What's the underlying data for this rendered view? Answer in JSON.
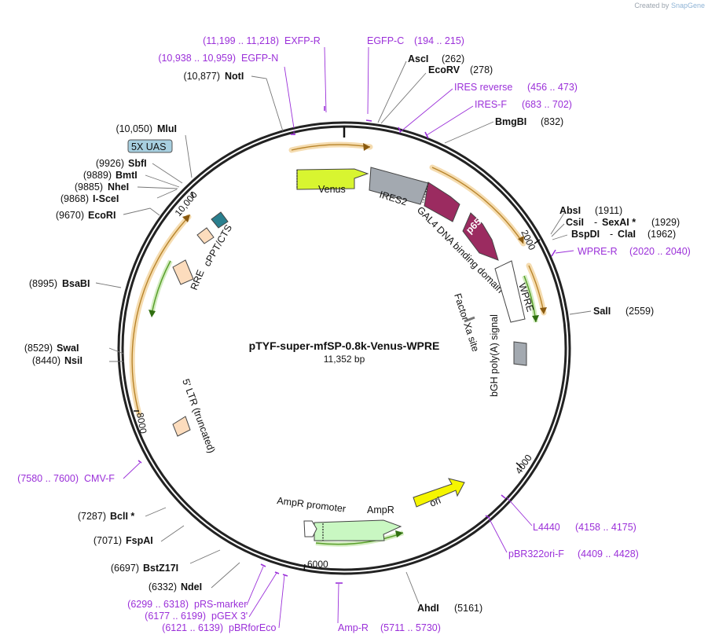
{
  "credit": {
    "prefix": "Created by",
    "brand": "SnapGene"
  },
  "plasmid": {
    "name": "pTYF-super-mfSP-0.8k-Venus-WPRE",
    "size": "11,352 bp"
  },
  "ticks": [
    "10,000",
    "2000",
    "4000",
    "6000",
    "8000"
  ],
  "enzymes": [
    {
      "name": "AscI",
      "pos": "(262)"
    },
    {
      "name": "EcoRV",
      "pos": "(278)"
    },
    {
      "name": "BmgBI",
      "pos": "(832)"
    },
    {
      "name": "AbsI",
      "pos": "(1911)"
    },
    {
      "name": "CsiI",
      "pos": "(1929)",
      "sep": "-",
      "name2": "SexAI *"
    },
    {
      "name": "BspDI",
      "sep": "-",
      "name2": "ClaI",
      "pos": "(1962)"
    },
    {
      "name": "SalI",
      "pos": "(2559)"
    },
    {
      "name": "AhdI",
      "pos": "(5161)"
    },
    {
      "name": "NdeI",
      "pos": "(6332)"
    },
    {
      "name": "BstZ17I",
      "pos": "(6697)"
    },
    {
      "name": "FspAI",
      "pos": "(7071)"
    },
    {
      "name": "BclI *",
      "pos": "(7287)"
    },
    {
      "name": "NsiI",
      "pos": "(8440)"
    },
    {
      "name": "SwaI",
      "pos": "(8529)"
    },
    {
      "name": "BsaBI",
      "pos": "(8995)"
    },
    {
      "name": "EcoRI",
      "pos": "(9670)"
    },
    {
      "name": "I-SceI",
      "pos": "(9868)"
    },
    {
      "name": "NheI",
      "pos": "(9885)"
    },
    {
      "name": "BmtI",
      "pos": "(9889)"
    },
    {
      "name": "SbfI",
      "pos": "(9926)"
    },
    {
      "name": "MluI",
      "pos": "(10,050)"
    },
    {
      "name": "NotI",
      "pos": "(10,877)"
    }
  ],
  "primers": [
    {
      "name": "EXFP-R",
      "range": "(11,199 .. 11,218)"
    },
    {
      "name": "EGFP-N",
      "range": "(10,938 .. 10,959)"
    },
    {
      "name": "EGFP-C",
      "range": "(194 .. 215)"
    },
    {
      "name": "IRES reverse",
      "range": "(456 .. 473)"
    },
    {
      "name": "IRES-F",
      "range": "(683 .. 702)"
    },
    {
      "name": "WPRE-R",
      "range": "(2020 .. 2040)"
    },
    {
      "name": "L4440",
      "range": "(4158 .. 4175)"
    },
    {
      "name": "pBR322ori-F",
      "range": "(4409 .. 4428)"
    },
    {
      "name": "Amp-R",
      "range": "(5711 .. 5730)"
    },
    {
      "name": "pRS-marker",
      "range": "(6299 .. 6318)"
    },
    {
      "name": "pGEX 3'",
      "range": "(6177 .. 6199)"
    },
    {
      "name": "pBRforEco",
      "range": "(6121 .. 6139)"
    },
    {
      "name": "CMV-F",
      "range": "(7580 .. 7600)"
    }
  ],
  "features": {
    "venus": "Venus",
    "ires2": "IRES2",
    "gal4": "GAL4 DNA binding domain",
    "p65": "p65",
    "wpre": "WPRE",
    "factor_xa": "Factor Xa site",
    "bgh": "bGH poly(A) signal",
    "ampr_promoter": "AmpR promoter",
    "ampr": "AmpR",
    "ori": "ori",
    "ltr5": "5' LTR (truncated)",
    "rre": "RRE",
    "cppt": "cPPT/CTS",
    "uas": "5X UAS"
  },
  "colors": {
    "primer": "#9b30d9",
    "venus": "#d8f530",
    "ires": "#a3a9b0",
    "gal4": "#9b2b60",
    "ampr": "#c9f7c2",
    "ori": "#f5f500",
    "ltr": "#fcdcbd",
    "cppt": "#2a7f8e",
    "uas": "#a7cfe0",
    "orf_arc": "#f0b860",
    "green_arc": "#5aa02c"
  }
}
